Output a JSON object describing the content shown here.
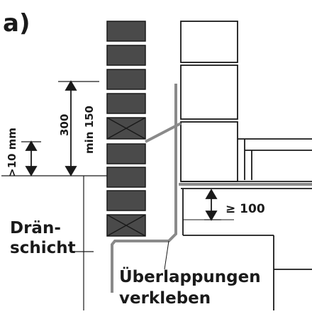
{
  "figure_label": "a)",
  "dimensions": {
    "height_300": "300",
    "min_150": "min 150",
    "gt_10mm": ">10 mm",
    "geq_100": "≥ 100"
  },
  "labels": {
    "drain_line1": "Drän-",
    "drain_line2": "schicht",
    "overlap_line1": "Überlappungen",
    "overlap_line2": "verkleben"
  },
  "colors": {
    "brick_dark": "#4a4a4a",
    "line_gray": "#8a8a8a",
    "ink": "#1a1a1a"
  }
}
